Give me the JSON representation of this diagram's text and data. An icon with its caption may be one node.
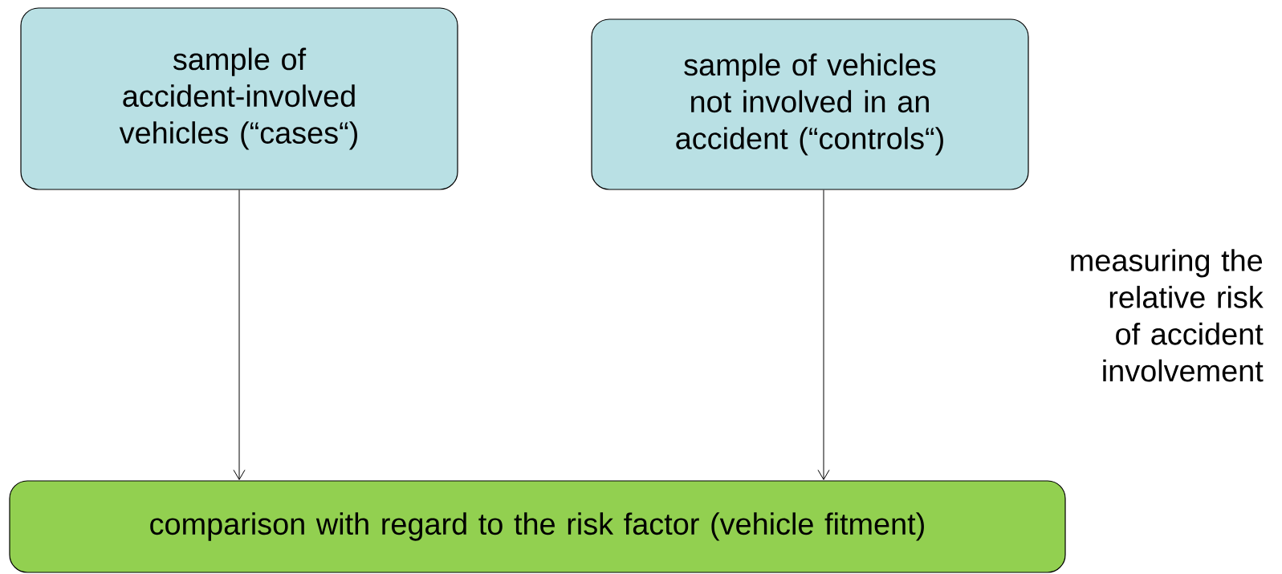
{
  "diagram": {
    "nodes": [
      {
        "text": [
          "sample of accident-involved vehicles (“cases“)"
        ]
      },
      {
        "text": [
          "sample of vehicles not involved in an accident (“controls“)"
        ]
      },
      {
        "text": [
          "comparison with regard to the risk factor (vehicle fitment)"
        ]
      }
    ],
    "edges": [
      {
        "from": 0,
        "to": 2,
        "arrow": "to"
      },
      {
        "from": 1,
        "to": 2,
        "arrow": "to"
      }
    ],
    "labels": [
      "measuring the relative risk of accident involvement"
    ]
  }
}
